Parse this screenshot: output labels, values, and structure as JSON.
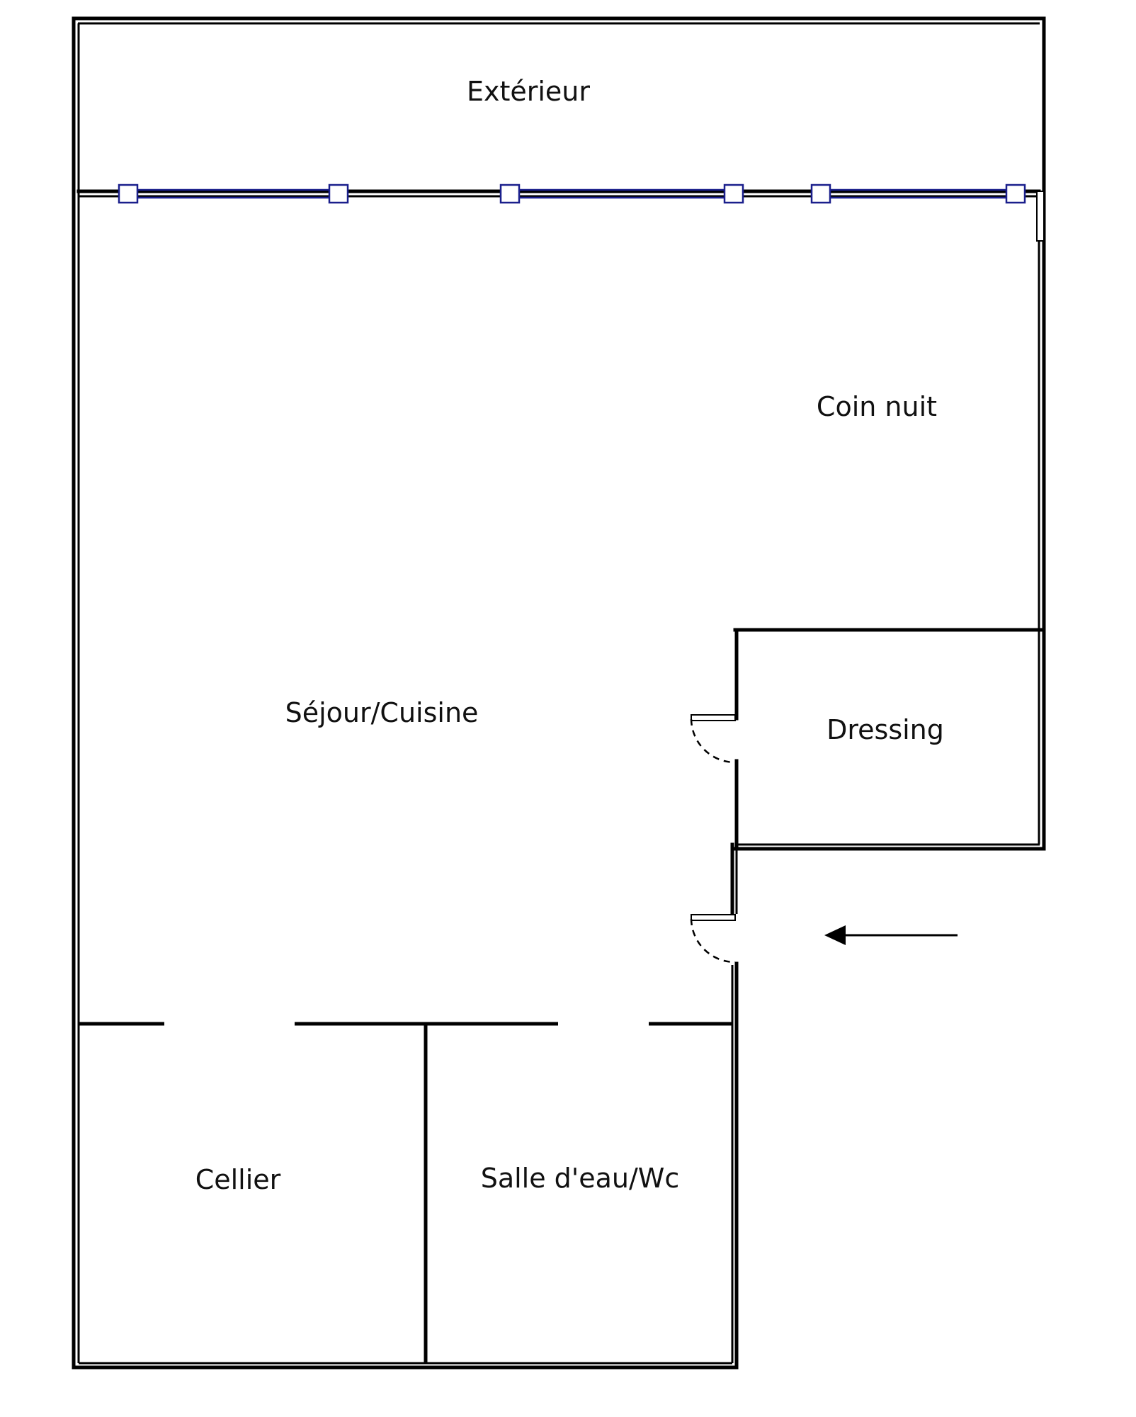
{
  "plan": {
    "rooms": {
      "exterieur": "Extérieur",
      "coin_nuit": "Coin nuit",
      "sejour": "Séjour/Cuisine",
      "dressing": "Dressing",
      "cellier": "Cellier",
      "salle_eau": "Salle d'eau/Wc"
    }
  },
  "colors": {
    "wall": "#000000",
    "window": "#1a1f8c",
    "background": "#ffffff"
  },
  "icons": {
    "entrance": "arrow-left-icon",
    "doors": "door-swing-icon"
  }
}
